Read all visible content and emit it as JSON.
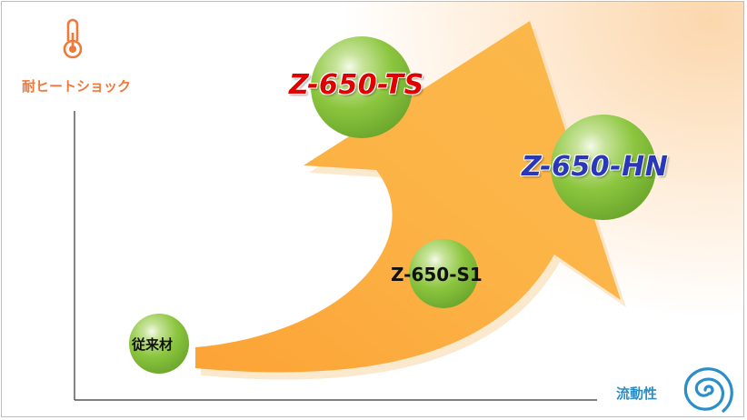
{
  "axes": {
    "y_label": "耐ヒートショック",
    "x_label": "流動性",
    "y_icon": "thermometer-icon",
    "x_icon": "spiral-flow-icon"
  },
  "products": {
    "conventional": "従来材",
    "s1": "Z-650-S1",
    "ts": "Z-650-TS",
    "hn": "Z-650-HN"
  },
  "colors": {
    "y_label": "#f07838",
    "x_label": "#2a8fc8",
    "ts_text": "#e00000",
    "hn_text": "#2838b8",
    "arrow": "#fbb040",
    "bubble": "#8cc63f"
  }
}
